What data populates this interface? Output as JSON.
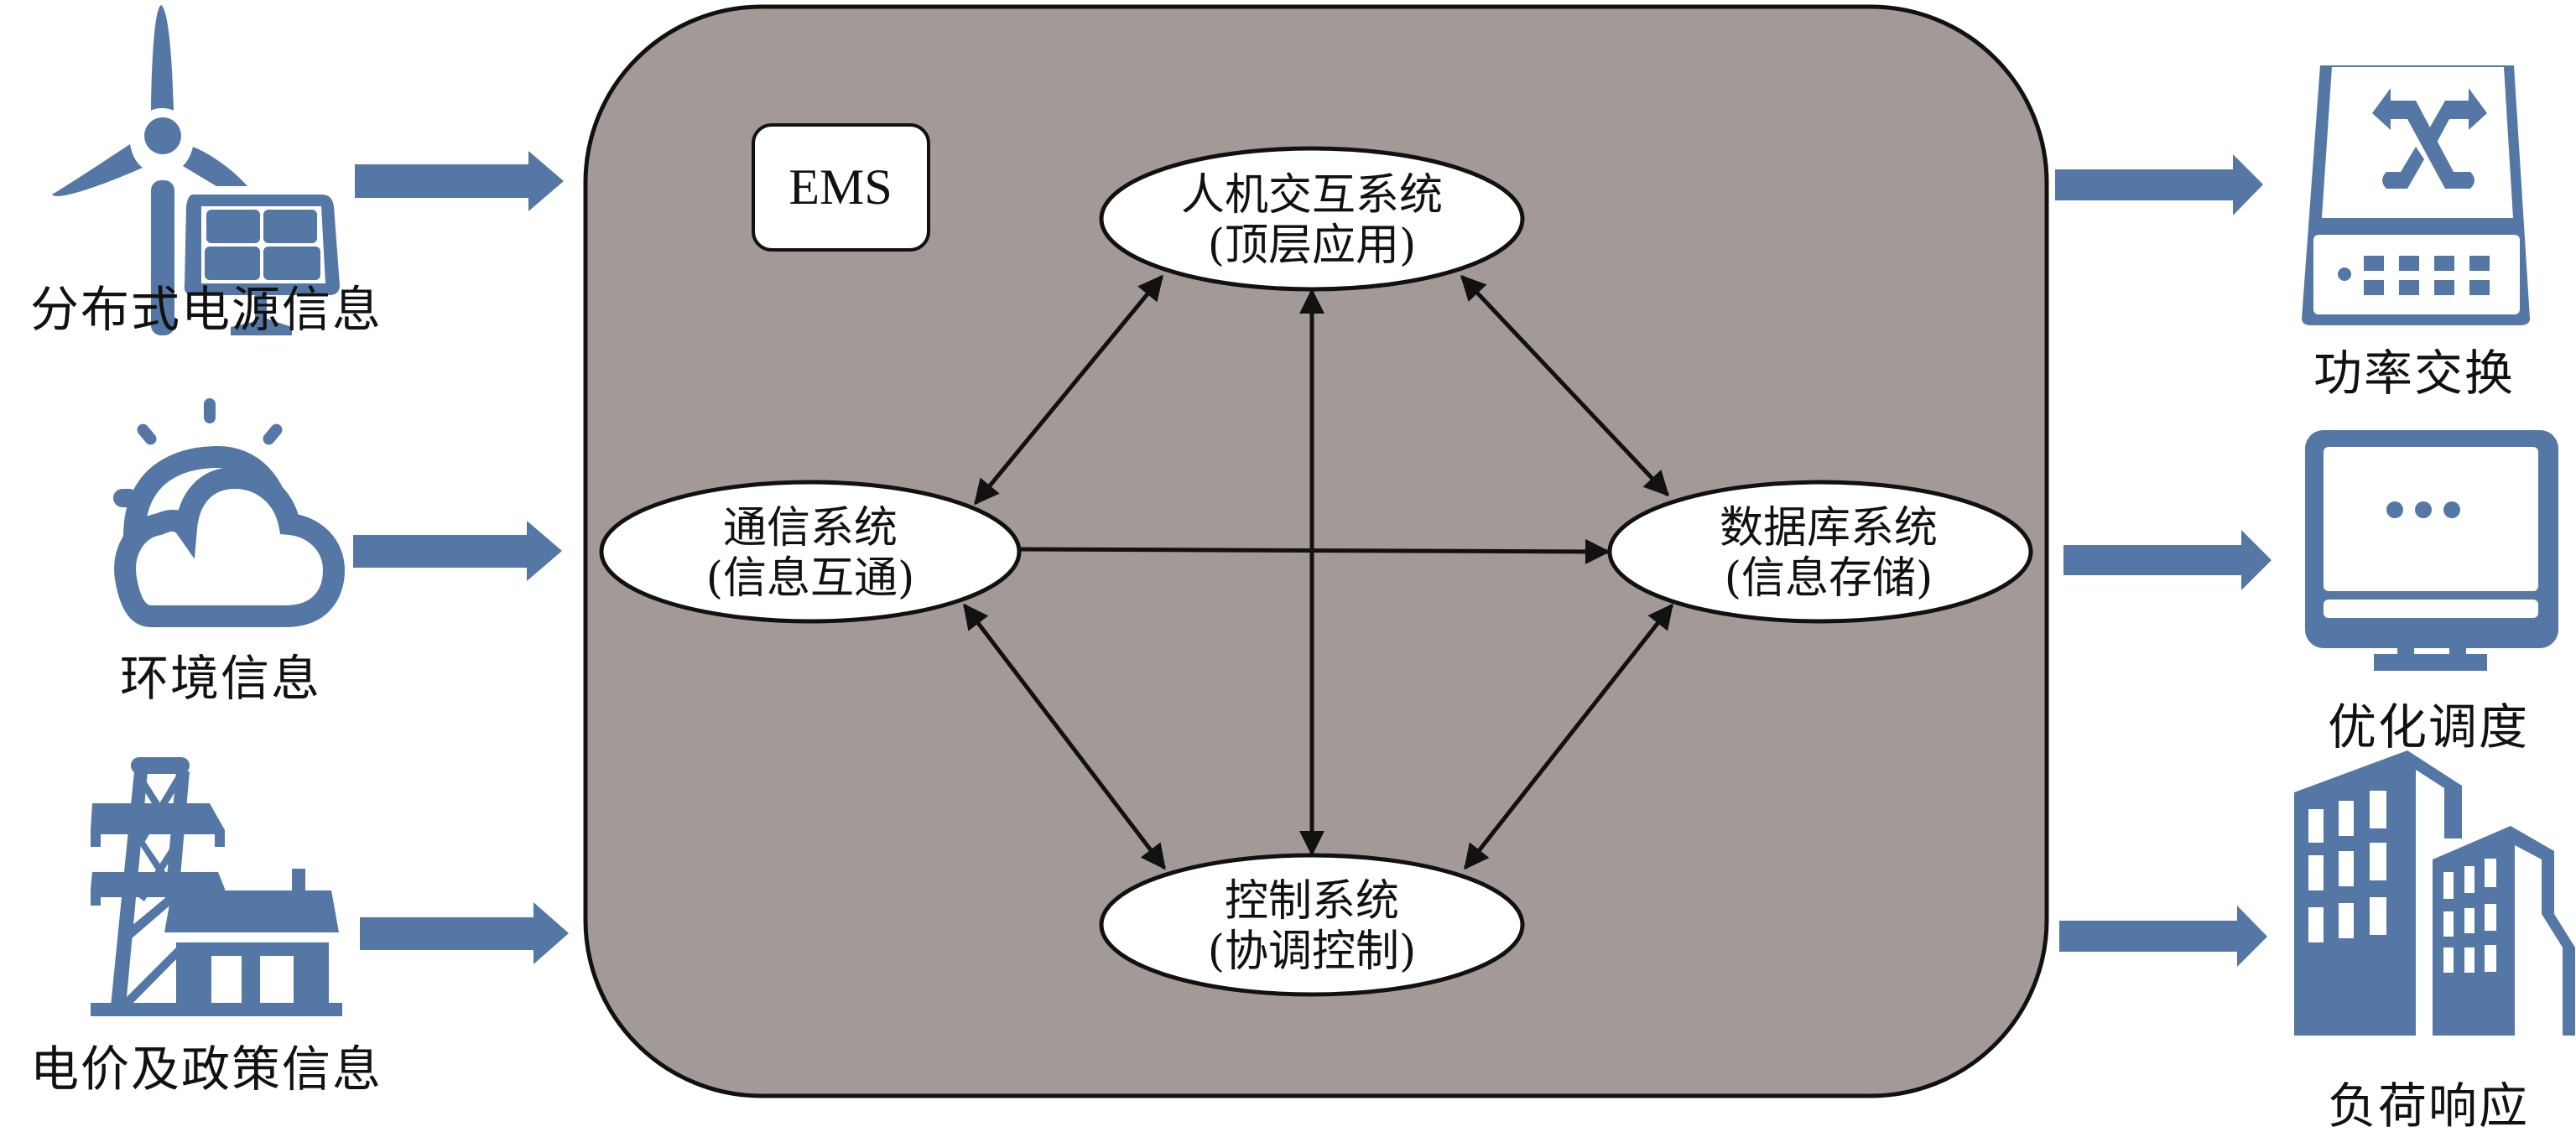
{
  "diagram": {
    "title": "EMS",
    "colors": {
      "icon_blue": "#5577a5",
      "ems_background": "#a39a97",
      "node_fill": "#ffffff",
      "line": "#111111"
    },
    "inputs": [
      {
        "id": "distributed-power",
        "label": "分布式电源信息",
        "icon": "wind-turbine-solar-panel-icon"
      },
      {
        "id": "environment",
        "label": "环境信息",
        "icon": "weather-cloud-sun-icon"
      },
      {
        "id": "price-policy",
        "label": "电价及政策信息",
        "icon": "power-tower-house-icon"
      }
    ],
    "nodes": [
      {
        "id": "hmi",
        "line1": "人机交互系统",
        "line2": "(顶层应用)"
      },
      {
        "id": "comm",
        "line1": "通信系统",
        "line2": "(信息互通)"
      },
      {
        "id": "db",
        "line1": "数据库系统",
        "line2": "(信息存储)"
      },
      {
        "id": "ctrl",
        "line1": "控制系统",
        "line2": "(协调控制)"
      }
    ],
    "edges": [
      {
        "from": "hmi",
        "to": "comm",
        "direction": "both"
      },
      {
        "from": "hmi",
        "to": "db",
        "direction": "both"
      },
      {
        "from": "hmi",
        "to": "ctrl",
        "direction": "both"
      },
      {
        "from": "comm",
        "to": "db",
        "direction": "forward"
      },
      {
        "from": "comm",
        "to": "ctrl",
        "direction": "both"
      },
      {
        "from": "db",
        "to": "ctrl",
        "direction": "both"
      }
    ],
    "outputs": [
      {
        "id": "power-exchange",
        "label": "功率交换",
        "icon": "network-switch-icon"
      },
      {
        "id": "optimal-dispatch",
        "label": "优化调度",
        "icon": "monitor-icon"
      },
      {
        "id": "demand-response",
        "label": "负荷响应",
        "icon": "buildings-icon"
      }
    ]
  }
}
